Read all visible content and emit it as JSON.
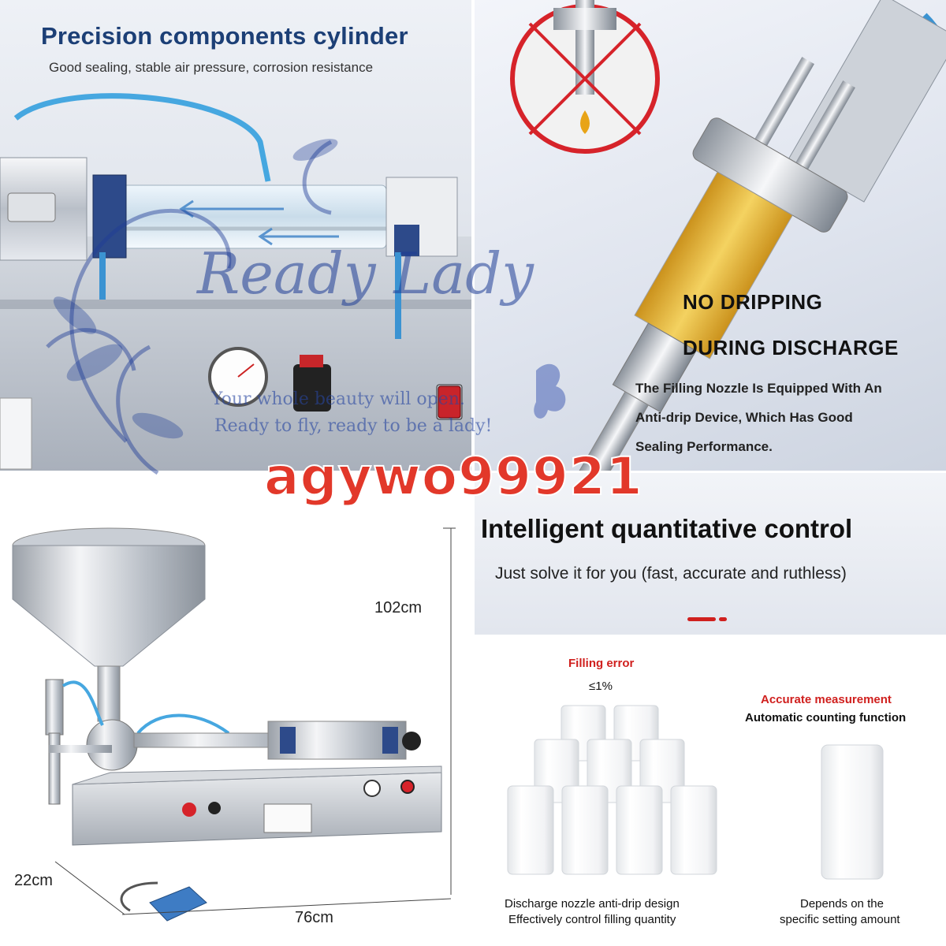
{
  "cylinder_panel": {
    "title": "Precision components cylinder",
    "subtitle": "Good sealing, stable air pressure, corrosion resistance"
  },
  "nozzle_panel": {
    "title_line1": "NO DRIPPING",
    "title_line2": "DURING DISCHARGE",
    "body_lines": [
      "The Filling Nozzle Is Equipped With An",
      "Anti-drip Device, Which Has Good",
      "Sealing Performance."
    ]
  },
  "machine_panel": {
    "height_label": "102cm",
    "depth_label": "22cm",
    "width_label": "76cm"
  },
  "control_panel": {
    "title": "Intelligent quantitative control",
    "subtitle": "Just solve it for you (fast, accurate and ruthless)"
  },
  "glass_panel": {
    "left_heading": "Filling error",
    "left_value": "≤1%",
    "left_caption_line1": "Discharge nozzle anti-drip design",
    "left_caption_line2": "Effectively control filling quantity",
    "right_heading": "Accurate measurement",
    "right_subheading": "Automatic counting function",
    "right_caption_line1": "Depends on the",
    "right_caption_line2": "specific setting amount"
  },
  "watermark": {
    "brand": "Ready Lady",
    "tagline_line1": "Your whole beauty will open.",
    "tagline_line2": "Ready to fly, ready to be a lady!",
    "code": "agywo99921"
  },
  "colors": {
    "title_blue": "#1c3f76",
    "accent_red": "#d0201e",
    "watermark_blue": "#1e3c96",
    "oil_amber": "#e8a417"
  }
}
